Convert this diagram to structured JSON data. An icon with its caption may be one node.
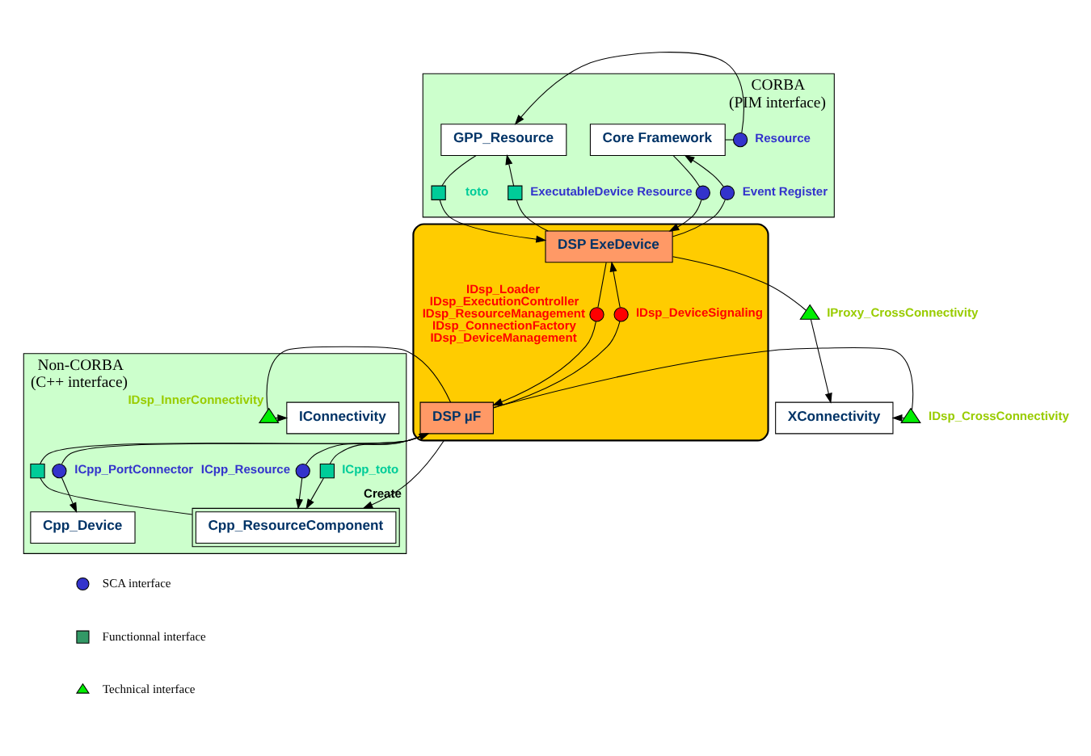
{
  "diagram": {
    "nodes": [
      {
        "text": [
          "CORBA",
          "(PIM interface)"
        ]
      },
      {
        "text": [
          "Core Framework"
        ],
        "in": 0
      },
      {
        "text": [
          "GPP_Resource"
        ],
        "in": 0
      },
      {
        "text": [],
        "shape": "circle",
        "in": 0,
        "beside": [
          "Resource"
        ]
      },
      {
        "text": [],
        "shape": "circle",
        "in": 0,
        "beside": [
          "ExecutableDevice Resource"
        ]
      },
      {
        "text": [],
        "shape": "circle",
        "in": 0,
        "beside": [
          "Event Register"
        ]
      },
      {
        "text": [],
        "shape": "box",
        "in": 0
      },
      {
        "text": [],
        "shape": "box",
        "in": 0,
        "beside": [
          "toto"
        ]
      },
      {
        "text": [],
        "shape": "box"
      },
      {
        "text": [
          "DSP ExeDevice"
        ],
        "in": 8
      },
      {
        "text": [],
        "shape": "circle",
        "in": 8,
        "beside": [
          "IDsp_Loader",
          "IDsp_ExecutionController",
          "IDsp_ResourceManagement",
          "IDsp_ConnectionFactory",
          "IDsp_DeviceManagement"
        ]
      },
      {
        "text": [],
        "shape": "circle",
        "in": 8,
        "beside": [
          "IDsp_DeviceSignaling"
        ]
      },
      {
        "text": [
          "DSP µF"
        ],
        "in": 8
      },
      {
        "text": [
          "XConnectivity"
        ]
      },
      {
        "text": [],
        "shape": "triangle",
        "beside": [
          "IProxy_CrossConnectivity"
        ]
      },
      {
        "text": [],
        "shape": "triangle",
        "beside": [
          "IDsp_CrossConnectivity"
        ]
      },
      {
        "text": [
          "Non-CORBA",
          "(C++ interface)"
        ]
      },
      {
        "text": [
          "IConnectivity"
        ],
        "in": 16
      },
      {
        "text": [],
        "shape": "triangle",
        "in": 16,
        "beside": [
          "IDsp_InnerConnectivity"
        ]
      },
      {
        "text": [],
        "shape": "circle",
        "in": 16,
        "beside": [
          "ICpp_Resource"
        ]
      },
      {
        "text": [],
        "shape": "box",
        "in": 16
      },
      {
        "text": [],
        "shape": "box",
        "in": 16,
        "beside": [
          "ICpp_toto"
        ]
      },
      {
        "text": [],
        "shape": "circle",
        "in": 16,
        "beside": [
          "ICpp_PortConnector"
        ]
      },
      {
        "text": [
          "Cpp_ResourceComponent"
        ],
        "in": 16
      },
      {
        "text": [
          "Cpp_Device"
        ],
        "in": 16
      }
    ],
    "edges": [
      {
        "from": 1,
        "to": 3,
        "arrow": "none"
      },
      {
        "from": 3,
        "to": 2,
        "arrow": "to"
      },
      {
        "from": 1,
        "to": 4,
        "arrow": "none"
      },
      {
        "from": 4,
        "to": 9,
        "arrow": "to"
      },
      {
        "from": 9,
        "to": 5,
        "arrow": "none"
      },
      {
        "from": 5,
        "to": 1,
        "arrow": "to"
      },
      {
        "from": 9,
        "to": 6,
        "arrow": "none"
      },
      {
        "from": 6,
        "to": 2,
        "arrow": "to"
      },
      {
        "from": 2,
        "to": 7,
        "arrow": "none"
      },
      {
        "from": 7,
        "to": 9,
        "arrow": "to"
      },
      {
        "from": 9,
        "to": 10,
        "arrow": "none"
      },
      {
        "from": 10,
        "to": 12,
        "arrow": "to"
      },
      {
        "from": 12,
        "to": 11,
        "arrow": "none"
      },
      {
        "from": 11,
        "to": 9,
        "arrow": "to"
      },
      {
        "from": 9,
        "to": 14,
        "arrow": "none"
      },
      {
        "from": 14,
        "to": 13,
        "arrow": "to"
      },
      {
        "from": 12,
        "to": 15,
        "arrow": "none"
      },
      {
        "from": 15,
        "to": 13,
        "arrow": "to"
      },
      {
        "from": 12,
        "to": 18,
        "arrow": "none"
      },
      {
        "from": 18,
        "to": 17,
        "arrow": "to"
      },
      {
        "from": 12,
        "to": 19,
        "arrow": "none"
      },
      {
        "from": 19,
        "to": 23,
        "arrow": "to"
      },
      {
        "from": 23,
        "to": 20,
        "arrow": "none"
      },
      {
        "from": 20,
        "to": 12,
        "arrow": "to"
      },
      {
        "from": 12,
        "to": 21,
        "arrow": "none"
      },
      {
        "from": 21,
        "to": 23,
        "arrow": "to"
      },
      {
        "from": 12,
        "to": 22,
        "arrow": "none"
      },
      {
        "from": 22,
        "to": 24,
        "arrow": "to"
      },
      {
        "from": 8,
        "to": 23,
        "arrow": "to",
        "label": "Create"
      }
    ],
    "legend": [
      {
        "text": "SCA interface"
      },
      {
        "text": "Functionnal interface"
      },
      {
        "text": "Technical interface"
      }
    ]
  }
}
